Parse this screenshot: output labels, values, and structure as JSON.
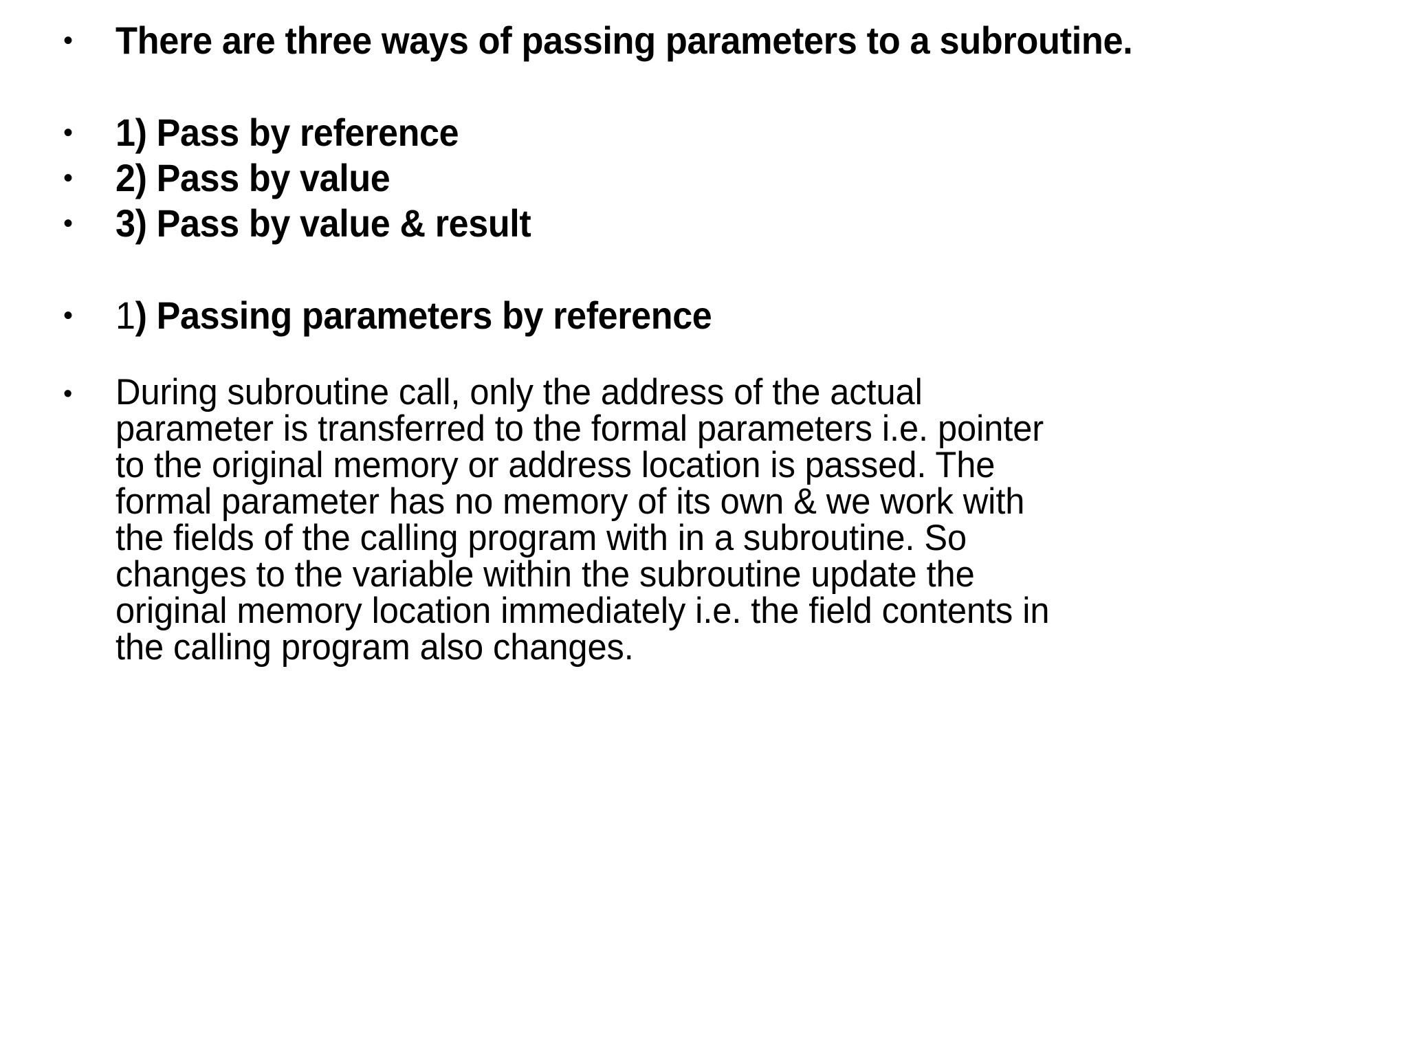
{
  "slide": {
    "background_color": "#ffffff",
    "text_color": "#000000",
    "bullet_glyph": "•"
  },
  "bullets": {
    "title": {
      "marker": "•",
      "text": "There are three ways of passing parameters to a subroutine."
    },
    "item1": {
      "marker": "•",
      "text": "1) Pass by reference"
    },
    "item2": {
      "marker": "•",
      "text": "2) Pass by value"
    },
    "item3": {
      "marker": "•",
      "text": "3) Pass by value & result"
    },
    "section_heading": {
      "marker": "•",
      "lead": "1",
      "text": ") Passing parameters by reference",
      "full_text": "1) Passing parameters by reference"
    },
    "paragraph": {
      "marker": "•",
      "full_text": "During subroutine call, only the address of the actual parameter is transferred to the formal parameters i.e. pointer to the original memory or address location is passed. The formal parameter has no memory of its own & we work with the fields of the calling program with in a subroutine. So changes to the variable within the subroutine update the original memory location immediately i.e. the field contents in the calling program also changes.",
      "lines": [
        "During subroutine call, only the address of the actual",
        "parameter is transferred to the formal parameters i.e. pointer",
        "to the original memory or address location is passed. The",
        "formal parameter has no memory of its own & we work with",
        "the fields of the calling program with in a subroutine. So",
        "changes to the variable within the subroutine update the",
        "original memory location immediately i.e. the field contents in",
        "the calling program also changes."
      ]
    }
  }
}
